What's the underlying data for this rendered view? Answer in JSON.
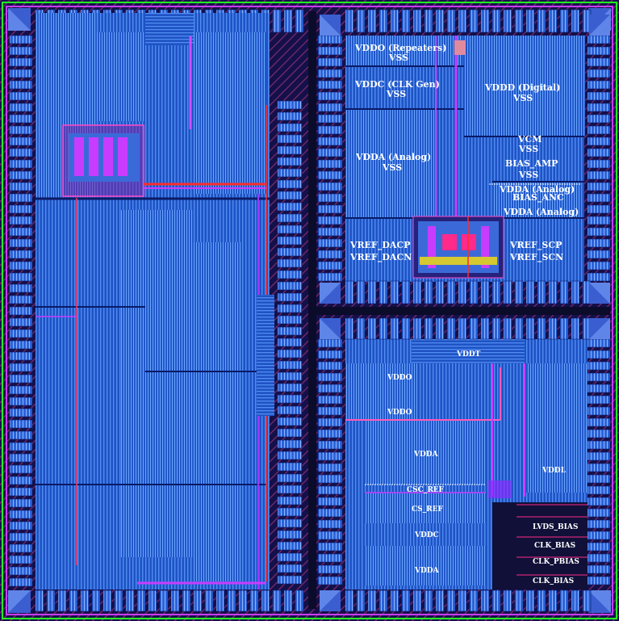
{
  "regions": {
    "vddo_rep": "VDDO (Repeaters)",
    "vss_1": "VSS",
    "vddc_clk": "VDDC (CLK Gen)",
    "vss_2": "VSS",
    "vddd_digital": "VDDD (Digital)",
    "vss_3": "VSS",
    "vcm": "VCM",
    "vss_4": "VSS",
    "vdda_analog_1": "VDDA (Analog)",
    "vss_5": "VSS",
    "bias_amp": "BIAS_AMP",
    "vss_6": "VSS",
    "vdda_analog_2": "VDDA (Analog)",
    "bias_anc": "BIAS_ANC",
    "vdda_analog_3": "VDDA (Analog)",
    "vref_dacp": "VREF_DACP",
    "vref_dacn": "VREF_DACN",
    "vref_scp": "VREF_SCP",
    "vref_scn": "VREF_SCN",
    "vddt": "VDDT",
    "vddo_1": "VDDO",
    "vddo_2": "VDDO",
    "vdda_4": "VDDA",
    "vddl": "VDDL",
    "csc_ref": "CSC_REF",
    "cs_ref": "CS_REF",
    "vddc": "VDDC",
    "vdda_5": "VDDA",
    "lvds_bias": "LVDS_BIAS",
    "clk_bias": "CLK_BIAS",
    "clk_pbias": "CLK_PBIAS",
    "clk_bias_2": "CLK_BIAS"
  },
  "colors": {
    "background": "#000000",
    "metal_blue": "#2a6fd6",
    "metal_dark": "#1a3aa8",
    "stripe": "#6aa6ff",
    "magenta": "#c83cff",
    "red": "#ff2a2a",
    "green": "#22ff22",
    "cyan": "#37e0e0",
    "pink": "#f36c9a"
  }
}
